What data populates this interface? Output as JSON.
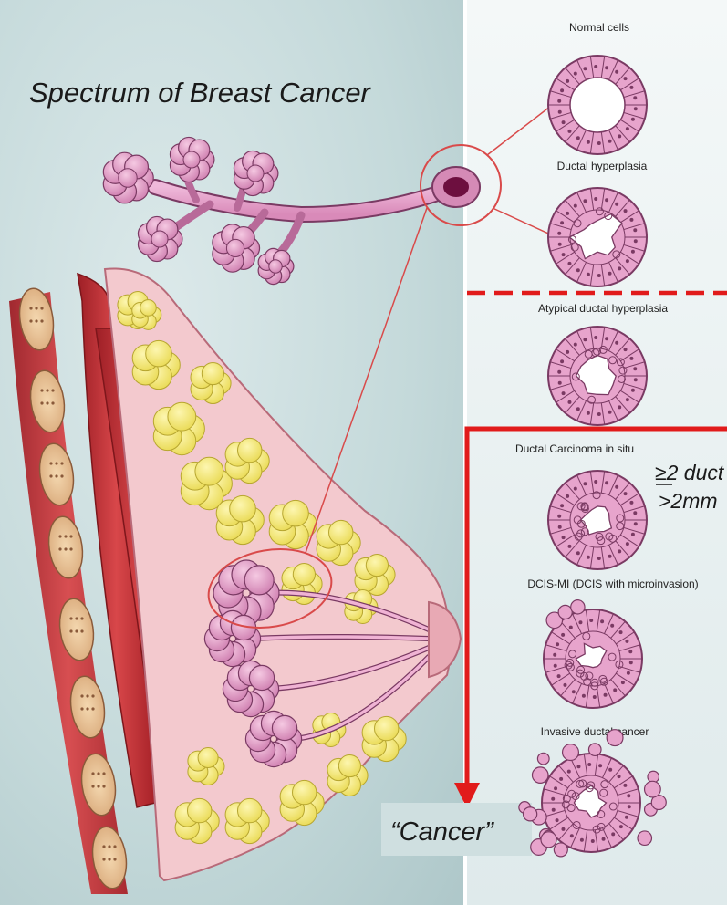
{
  "title": "Spectrum of Breast Cancer",
  "stages": [
    {
      "label": "Normal cells",
      "type": "normal"
    },
    {
      "label": "Ductal hyperplasia",
      "type": "hyperplasia"
    },
    {
      "label": "Atypical ductal hyperplasia",
      "type": "atypical"
    },
    {
      "label": "Ductal Carcinoma in situ",
      "type": "dcis"
    },
    {
      "label": "DCIS-MI (DCIS with microinvasion)",
      "type": "dcismi"
    },
    {
      "label": "Invasive ductal cancer",
      "type": "invasive"
    }
  ],
  "dcis_criteria": {
    "ducts": "≥2 duct",
    "size": ">2mm"
  },
  "cancer_label": "“Cancer”",
  "colors": {
    "left_bg": "#c9dede",
    "right_bg": "#eef4f4",
    "duct_pink": "#e7a4cc",
    "duct_outline": "#7a3a63",
    "muscle_red": "#c8363a",
    "fat_yellow": "#f4ea78",
    "marker_red": "#e11b1b"
  }
}
